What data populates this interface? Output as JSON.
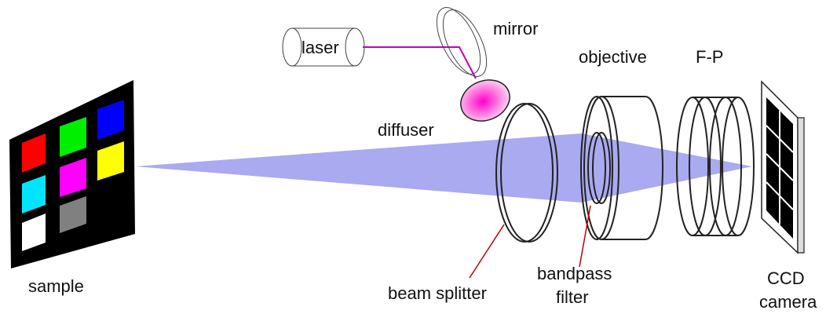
{
  "labels": {
    "laser": "laser",
    "mirror": "mirror",
    "objective": "objective",
    "fp": "F-P",
    "diffuser": "diffuser",
    "sample": "sample",
    "beam_splitter": "beam splitter",
    "bandpass_line1": "bandpass",
    "bandpass_line2": "filter",
    "ccd_line1": "CCD",
    "ccd_line2": "camera"
  },
  "colors": {
    "beam": "#aaaaf0",
    "laser_line": "#c000c0",
    "diffuser_glow": "#ff00cc",
    "pointer_line": "#c00000",
    "sample_background": "#000000",
    "swatches": [
      "#ff0000",
      "#00ee00",
      "#0000ff",
      "#00e5ff",
      "#ff00ff",
      "#ffff00",
      "#ffffff",
      "#808080"
    ]
  }
}
